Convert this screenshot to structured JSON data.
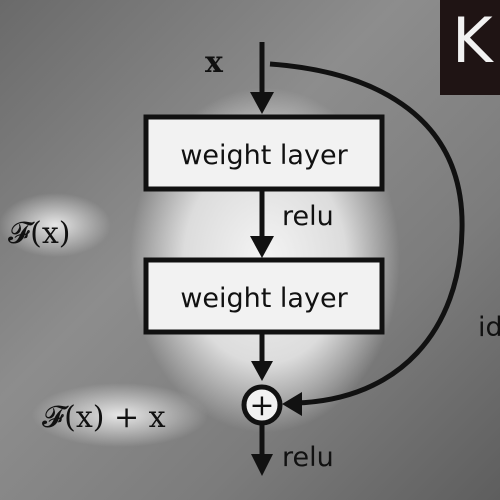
{
  "diagram": {
    "input_label": "x",
    "layer1_label": "weight layer",
    "layer2_label": "weight layer",
    "relu_mid_label": "relu",
    "relu_out_label": "relu",
    "fx_label": "𝓕(x)",
    "sum_label": "𝓕(x) + x",
    "identity_label": "id",
    "plus_symbol": "+"
  },
  "logo": {
    "letter": "K"
  },
  "colors": {
    "ink": "#111111",
    "box_fill": "#f2f2f2",
    "logo_bg": "#1f1414"
  }
}
